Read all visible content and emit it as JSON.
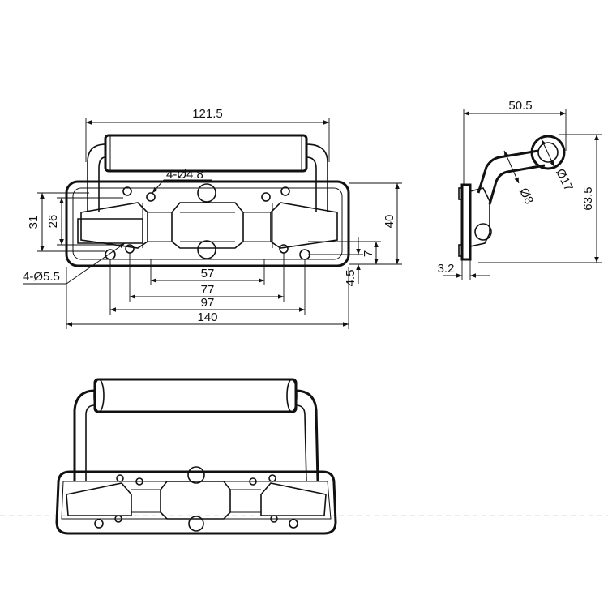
{
  "dimensions": {
    "top_width": "121.5",
    "hole_small": "4-Ø4.8",
    "hole_large": "4-Ø5.5",
    "height_31": "31",
    "height_26": "26",
    "height_40": "40",
    "height_7": "7",
    "height_4_5": "4.5",
    "width_57": "57",
    "width_77": "77",
    "width_97": "97",
    "width_140": "140",
    "side_width": "50.5",
    "side_height": "63.5",
    "side_d8": "Ø8",
    "side_d17": "Ø17",
    "side_thickness": "3.2"
  }
}
